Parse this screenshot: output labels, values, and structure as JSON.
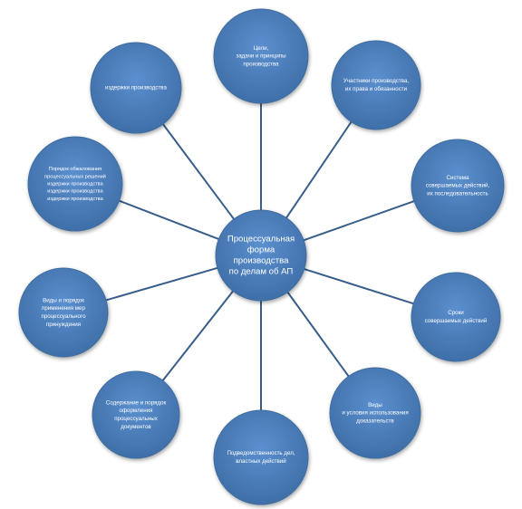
{
  "diagram": {
    "center": {
      "lines": [
        "Процессуальная",
        "форма",
        "производства",
        "по делам об АП"
      ]
    },
    "nodes": [
      {
        "id": "goals",
        "lines": [
          "Цели,",
          "задачи и принципы",
          "производства"
        ]
      },
      {
        "id": "participants",
        "lines": [
          "Участники производства,",
          "их права и обязанности"
        ]
      },
      {
        "id": "system",
        "lines": [
          "Система",
          "совершаемых действий,",
          "их последовательность"
        ]
      },
      {
        "id": "terms",
        "lines": [
          "Сроки",
          "совершаемых действий"
        ]
      },
      {
        "id": "types",
        "lines": [
          "Виды",
          "и условия использования",
          "доказательств"
        ]
      },
      {
        "id": "jurisdiction",
        "lines": [
          "Подведомственность дел,",
          "властных действий"
        ]
      },
      {
        "id": "documents",
        "lines": [
          "Содержание и порядок",
          "оформления",
          "процессуальных",
          "документов"
        ]
      },
      {
        "id": "measures",
        "lines": [
          "Виды и порядок",
          "применения мер",
          "процессуального",
          "принуждения"
        ]
      },
      {
        "id": "appeal",
        "lines": [
          "Порядок обжалования",
          "процессуальных решений",
          "издержки производства",
          "издержки производства",
          "издержки производства"
        ]
      },
      {
        "id": "costs",
        "lines": [
          "издержки производства"
        ]
      }
    ]
  },
  "colors": {
    "node_fill": "#4f81bd",
    "node_edge": "#3f6d9f",
    "connector": "#385d8a",
    "text": "#ffffff"
  }
}
